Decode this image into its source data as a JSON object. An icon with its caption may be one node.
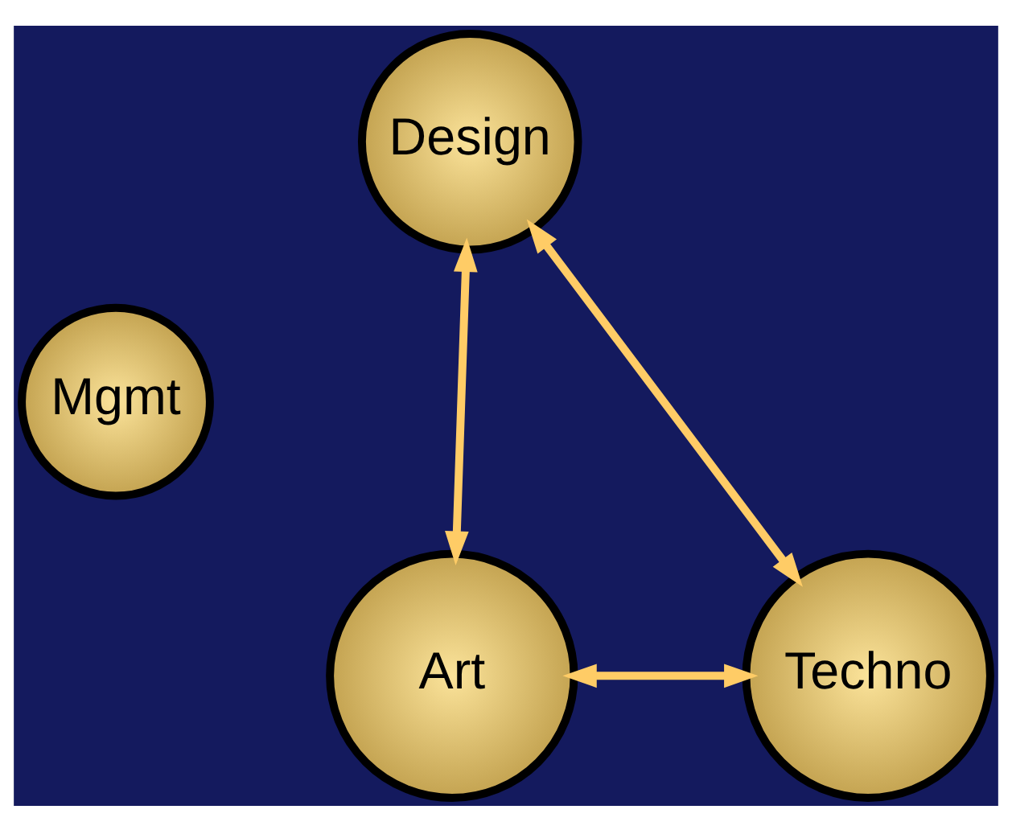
{
  "diagram": {
    "nodes": [
      {
        "text": [
          "Design"
        ]
      },
      {
        "text": [
          "Mgmt"
        ]
      },
      {
        "text": [
          "Art"
        ]
      },
      {
        "text": [
          "Techno"
        ]
      }
    ],
    "edges": [
      {
        "from": 0,
        "to": 2,
        "arrow": "both"
      },
      {
        "from": 0,
        "to": 3,
        "arrow": "both"
      },
      {
        "from": 2,
        "to": 3,
        "arrow": "both"
      }
    ]
  }
}
